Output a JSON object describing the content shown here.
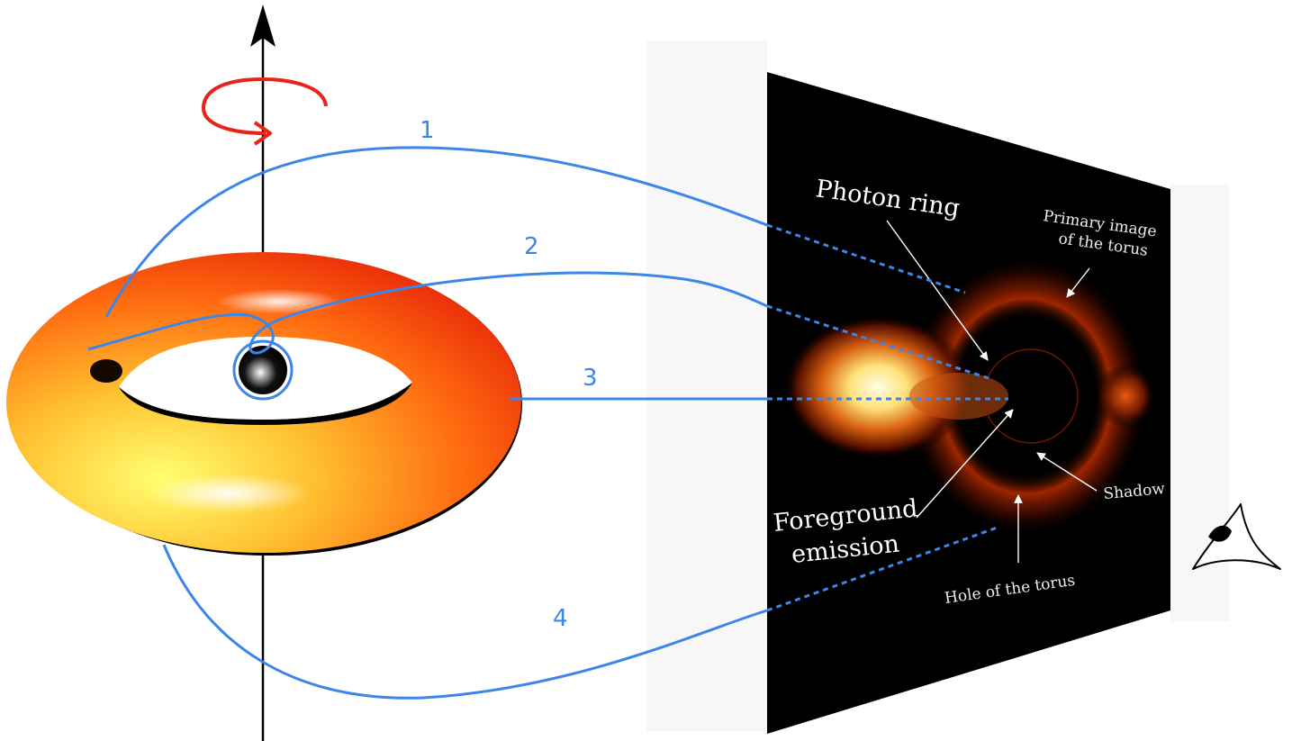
{
  "rays": [
    {
      "id": "1",
      "label": "1"
    },
    {
      "id": "2",
      "label": "2"
    },
    {
      "id": "3",
      "label": "3"
    },
    {
      "id": "4",
      "label": "4"
    }
  ],
  "screen_labels": {
    "photon_ring": "Photon ring",
    "primary_image_line1": "Primary image",
    "primary_image_line2": "of the torus",
    "shadow": "Shadow",
    "foreground_line1": "Foreground",
    "foreground_line2": "emission",
    "hole": "Hole of the torus"
  },
  "colors": {
    "ray": "#3b86e8",
    "rotation_arrow": "#e8231a",
    "axis": "#000000",
    "screen_bg": "#000000"
  },
  "icons": [
    "eye-icon",
    "black-hole-icon",
    "rotation-arrow-icon",
    "axis-arrow-icon"
  ]
}
